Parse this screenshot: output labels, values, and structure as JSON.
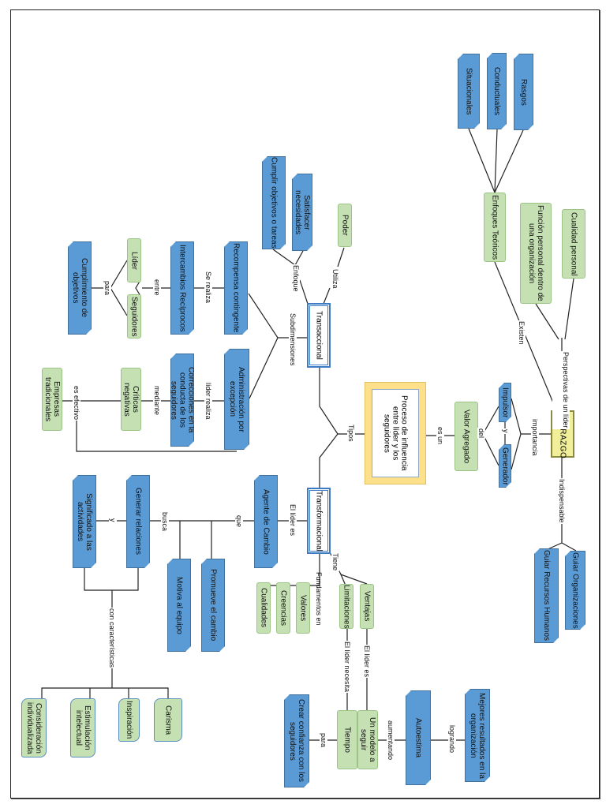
{
  "center": {
    "liderazgo": "LIDERAZGO",
    "proceso": "Proceso de influencia entre líder y los seguidores",
    "transaccional": "Transaccional",
    "transformacional": "Transformacional"
  },
  "nodes": {
    "situacionales": "Situacionales",
    "conductuales": "Conductuales",
    "rasgos": "Rasgos",
    "enfoques": "Enfoques Teóricos",
    "funcion": "Función personal dentro de una organización",
    "cualidad": "Cualidad personal",
    "impulsor": "Impulsor",
    "generador": "Generador",
    "valor": "Valor Agregado",
    "guiar_rrhh": "Guiar Recursos Humanos",
    "guiar_org": "Guiar Organizaciones",
    "poder": "Poder",
    "cumplir": "Cumplir objetivos o tareas",
    "satisfacer": "Satisfacer necesidades",
    "recompensa": "Recompensa contingente",
    "intercambios": "Intercambios Recíprocos",
    "lider": "Líder",
    "seguidores": "Seguidores",
    "cumplimiento": "Cumplimiento de objetivos",
    "administracion": "Administración por excepción",
    "correcciones": "Correcciones en la conducta de los seguidores",
    "criticas": "Críticas negativas",
    "empresas": "Empresas tradicionales",
    "agente": "Agente de Cambio",
    "promueve": "Promueve el cambio",
    "motiva": "Motiva al equipo",
    "generar": "Generar relaciones",
    "significado": "Significado a las actividades",
    "consideracion": "Consideración individualizada",
    "estimulacion": "Estimulación intelectual",
    "inspiracion": "Inspiración",
    "carisma": "Carisma",
    "valores": "Valores",
    "creencias": "Creencias",
    "cualidades": "Cualidades",
    "ventajas": "Ventajas",
    "limitaciones": "Limitaciones",
    "tiempo": "Tiempo",
    "modelo": "Un modelo a seguir",
    "crear": "Crear confianza con los seguidores",
    "autoestima": "Autoestima",
    "mejores": "Mejores resultados en la organización"
  },
  "links": {
    "existen": "Existen",
    "perspectivas": "Perspectivas de un líder",
    "importancia": "importancia",
    "y1": "y",
    "del": "del",
    "es_un": "es un",
    "tipos": "Tipos",
    "indispensable": "Indispensable",
    "utiliza": "Utiliza",
    "enfoque": "Enfoque",
    "subdimensiones": "Subdimensiones",
    "se_realiza": "Se realiza",
    "entre": "entre",
    "para1": "para",
    "lider_realiza": "líder realiza",
    "mediante": "mediante",
    "es_efectivo": "es efectivo",
    "el_lider_es": "El líder es",
    "que": "que",
    "busca": "busca",
    "y2": "y",
    "con_caracteristicas": "con características",
    "tiene": "Tiene",
    "fundamentos": "Fundamentos en",
    "el_lider_es2": "El líder es",
    "el_lider_necesita": "El líder necesita",
    "para2": "para",
    "aumentando": "aumentando",
    "logrando": "logrando"
  },
  "colors": {
    "concept_blue": "#5b9bd5",
    "concept_green": "#c5e0b3",
    "central_yellow": "#ffe08a",
    "liderazgo_yellow": "#f2ef9a"
  }
}
